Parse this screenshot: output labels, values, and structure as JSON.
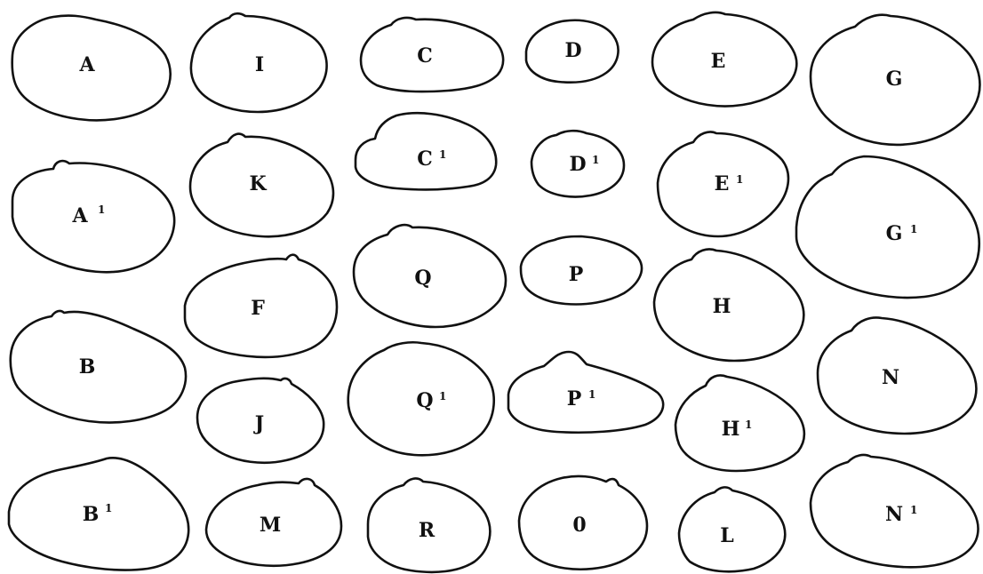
{
  "plate": {
    "description_free": true,
    "line_color": "#111111",
    "background": "#ffffff"
  },
  "shells": [
    {
      "id": "A",
      "label": "A",
      "sup": ""
    },
    {
      "id": "A1",
      "label": "A",
      "sup": "1"
    },
    {
      "id": "B",
      "label": "B",
      "sup": ""
    },
    {
      "id": "B1",
      "label": "B",
      "sup": "1"
    },
    {
      "id": "I",
      "label": "I",
      "sup": ""
    },
    {
      "id": "K",
      "label": "K",
      "sup": ""
    },
    {
      "id": "F",
      "label": "F",
      "sup": ""
    },
    {
      "id": "J",
      "label": "J",
      "sup": ""
    },
    {
      "id": "M",
      "label": "M",
      "sup": ""
    },
    {
      "id": "C",
      "label": "C",
      "sup": ""
    },
    {
      "id": "C1",
      "label": "C",
      "sup": "1"
    },
    {
      "id": "Q",
      "label": "Q",
      "sup": ""
    },
    {
      "id": "Q1",
      "label": "Q",
      "sup": "1"
    },
    {
      "id": "R",
      "label": "R",
      "sup": ""
    },
    {
      "id": "D",
      "label": "D",
      "sup": ""
    },
    {
      "id": "D1",
      "label": "D",
      "sup": "1"
    },
    {
      "id": "P",
      "label": "P",
      "sup": ""
    },
    {
      "id": "P1",
      "label": "P",
      "sup": "1"
    },
    {
      "id": "O",
      "label": "0",
      "sup": ""
    },
    {
      "id": "E",
      "label": "E",
      "sup": ""
    },
    {
      "id": "E1",
      "label": "E",
      "sup": "1"
    },
    {
      "id": "H",
      "label": "H",
      "sup": ""
    },
    {
      "id": "H1",
      "label": "H",
      "sup": "1"
    },
    {
      "id": "L",
      "label": "L",
      "sup": ""
    },
    {
      "id": "G",
      "label": "G",
      "sup": ""
    },
    {
      "id": "G1",
      "label": "G",
      "sup": "1"
    },
    {
      "id": "N",
      "label": "N",
      "sup": ""
    },
    {
      "id": "N1",
      "label": "N",
      "sup": "1"
    }
  ]
}
